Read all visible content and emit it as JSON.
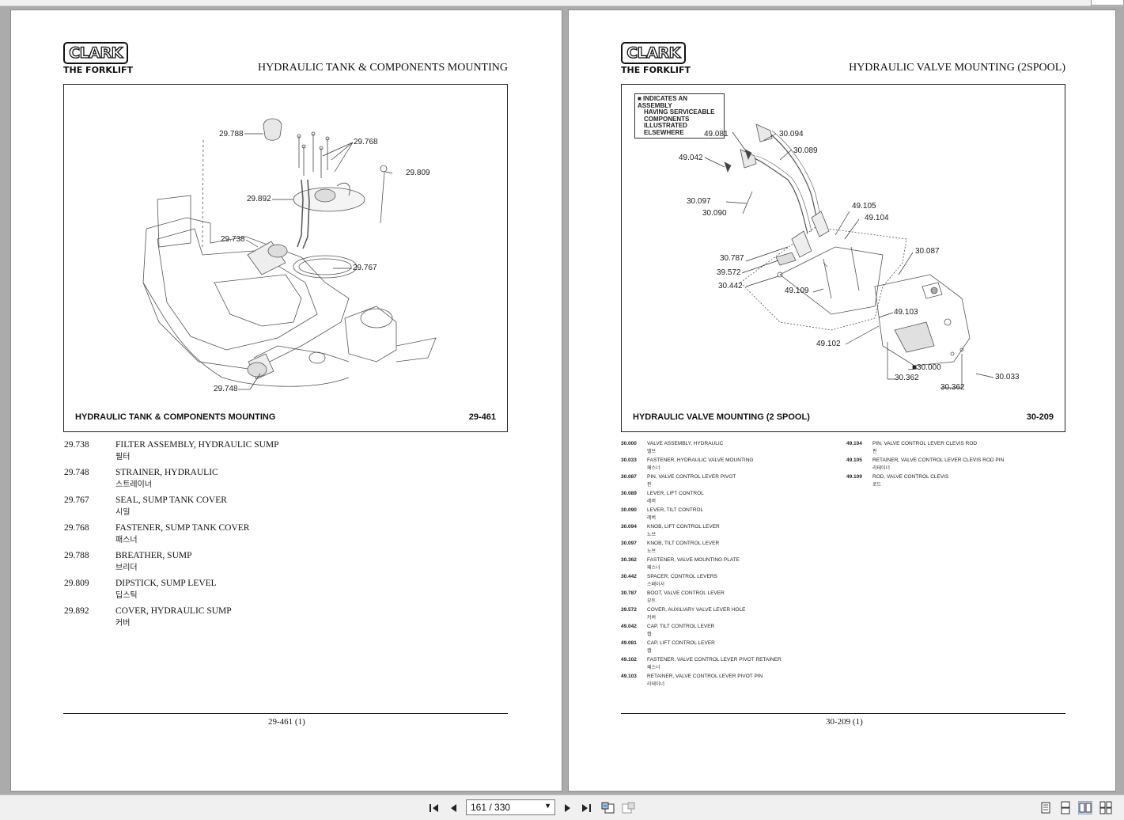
{
  "viewer": {
    "current_page": "161 / 330",
    "nav": {
      "first": "first-page-icon",
      "prev": "previous-page-icon",
      "next": "next-page-icon",
      "last": "last-page-icon"
    }
  },
  "left_page": {
    "logo_text": "CLARK",
    "logo_sub": "THE FORKLIFT",
    "title": "HYDRAULIC TANK & COMPONENTS MOUNTING",
    "figure": {
      "caption": "HYDRAULIC TANK & COMPONENTS MOUNTING",
      "number": "29-461",
      "callouts": [
        "29.788",
        "29.768",
        "29.809",
        "29.892",
        "29.738",
        "29.767",
        "29.748"
      ]
    },
    "parts": [
      {
        "num": "29.738",
        "desc": "FILTER ASSEMBLY, HYDRAULIC SUMP",
        "kr": "필터"
      },
      {
        "num": "29.748",
        "desc": "STRAINER, HYDRAULIC",
        "kr": "스트레이너"
      },
      {
        "num": "29.767",
        "desc": "SEAL, SUMP TANK COVER",
        "kr": "시일"
      },
      {
        "num": "29.768",
        "desc": "FASTENER, SUMP TANK COVER",
        "kr": "패스너"
      },
      {
        "num": "29.788",
        "desc": "BREATHER, SUMP",
        "kr": "브리더"
      },
      {
        "num": "29.809",
        "desc": "DIPSTICK, SUMP LEVEL",
        "kr": "딥스틱"
      },
      {
        "num": "29.892",
        "desc": "COVER, HYDRAULIC SUMP",
        "kr": "커버"
      }
    ],
    "footer": "29-461 (1)"
  },
  "right_page": {
    "logo_text": "CLARK",
    "logo_sub": "THE FORKLIFT",
    "title": "HYDRAULIC VALVE MOUNTING (2SPOOL)",
    "figure": {
      "caption": "HYDRAULIC VALVE MOUNTING (2 SPOOL)",
      "number": "30-209",
      "legend": [
        "■ INDICATES AN ASSEMBLY",
        "HAVING SERVICEABLE",
        "COMPONENTS ILLUSTRATED",
        "ELSEWHERE"
      ],
      "callouts": [
        "49.081",
        "30.094",
        "30.089",
        "49.042",
        "30.097",
        "30.090",
        "49.105",
        "49.104",
        "30.087",
        "30.787",
        "39.572",
        "30.442",
        "49.109",
        "49.103",
        "49.102",
        "■30.000",
        "30.362",
        "30.362",
        "30.033"
      ]
    },
    "parts_col1": [
      {
        "num": "30.000",
        "desc": "VALVE ASSEMBLY, HYDRAULIC",
        "kr": "밸브"
      },
      {
        "num": "30.033",
        "desc": "FASTENER, HYDRAULIC VALVE MOUNTING",
        "kr": "패스너"
      },
      {
        "num": "30.087",
        "desc": "PIN, VALVE CONTROL LEVER PIVOT",
        "kr": "핀"
      },
      {
        "num": "30.089",
        "desc": "LEVER, LIFT CONTROL",
        "kr": "레버"
      },
      {
        "num": "30.090",
        "desc": "LEVER, TILT CONTROL",
        "kr": "레버"
      },
      {
        "num": "30.094",
        "desc": "KNOB, LIFT CONTROL LEVER",
        "kr": "노브"
      },
      {
        "num": "30.097",
        "desc": "KNOB, TILT CONTROL LEVER",
        "kr": "노브"
      },
      {
        "num": "30.362",
        "desc": "FASTENER, VALVE MOUNTING PLATE",
        "kr": "패스너"
      },
      {
        "num": "30.442",
        "desc": "SPACER, CONTROL LEVERS",
        "kr": "스페이서"
      },
      {
        "num": "30.787",
        "desc": "BOOT, VALVE CONTROL LEVER",
        "kr": "부트"
      },
      {
        "num": "39.572",
        "desc": "COVER, AUXILIARY VALVE LEVER HOLE",
        "kr": "커버"
      },
      {
        "num": "49.042",
        "desc": "CAP, TILT CONTROL LEVER",
        "kr": "캡"
      },
      {
        "num": "49.081",
        "desc": "CAP, LIFT CONTROL LEVER",
        "kr": "캡"
      },
      {
        "num": "49.102",
        "desc": "FASTENER, VALVE CONTROL LEVER PIVOT RETAINER",
        "kr": "패스너"
      },
      {
        "num": "49.103",
        "desc": "RETAINER, VALVE CONTROL LEVER PIVOT PIN",
        "kr": "리테이너"
      }
    ],
    "parts_col2": [
      {
        "num": "49.104",
        "desc": "PIN, VALVE CONTROL LEVER CLEVIS ROD",
        "kr": "핀"
      },
      {
        "num": "49.105",
        "desc": "RETAINER, VALVE CONTROL LEVER CLEVIS ROD PIN",
        "kr": "리테이너"
      },
      {
        "num": "49.109",
        "desc": "ROD, VALVE CONTROL CLEVIS",
        "kr": "로드"
      }
    ],
    "footer": "30-209 (1)"
  }
}
